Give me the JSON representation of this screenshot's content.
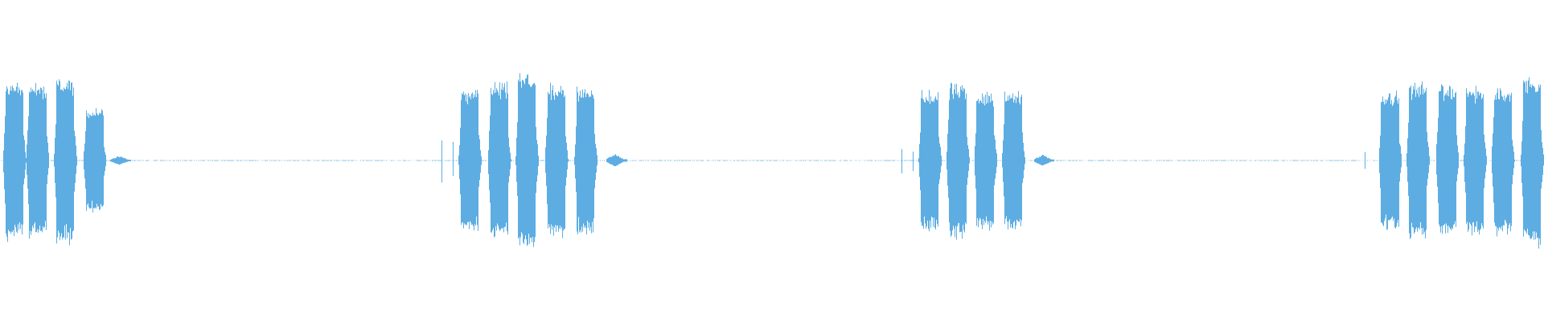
{
  "waveform": {
    "color": "#5dade2",
    "background": "#ffffff",
    "bursts": [
      {
        "group": 1,
        "center": 0.009,
        "peak": 0.93
      },
      {
        "group": 1,
        "center": 0.024,
        "peak": 0.88
      },
      {
        "group": 1,
        "center": 0.042,
        "peak": 0.95
      },
      {
        "group": 1,
        "center": 0.061,
        "peak": 0.6
      },
      {
        "group": 2,
        "center": 0.304,
        "peak": 0.83
      },
      {
        "group": 2,
        "center": 0.323,
        "peak": 0.9
      },
      {
        "group": 2,
        "center": 0.341,
        "peak": 1.0
      },
      {
        "group": 2,
        "center": 0.36,
        "peak": 0.9
      },
      {
        "group": 2,
        "center": 0.379,
        "peak": 0.85
      },
      {
        "group": 3,
        "center": 0.602,
        "peak": 0.8
      },
      {
        "group": 3,
        "center": 0.62,
        "peak": 0.9
      },
      {
        "group": 3,
        "center": 0.638,
        "peak": 0.8
      },
      {
        "group": 3,
        "center": 0.656,
        "peak": 0.82
      },
      {
        "group": 4,
        "center": 0.9,
        "peak": 0.8
      },
      {
        "group": 4,
        "center": 0.918,
        "peak": 0.9
      },
      {
        "group": 4,
        "center": 0.937,
        "peak": 0.86
      },
      {
        "group": 4,
        "center": 0.955,
        "peak": 0.85
      },
      {
        "group": 4,
        "center": 0.973,
        "peak": 0.86
      },
      {
        "group": 4,
        "center": 0.992,
        "peak": 0.98
      }
    ],
    "tails": [
      {
        "center": 0.077,
        "peak": 0.05
      },
      {
        "center": 0.398,
        "peak": 0.07
      },
      {
        "center": 0.675,
        "peak": 0.06
      }
    ],
    "clicks": [
      {
        "center": 0.286,
        "peak": 0.25
      },
      {
        "center": 0.293,
        "peak": 0.2
      },
      {
        "center": 0.584,
        "peak": 0.15
      },
      {
        "center": 0.591,
        "peak": 0.12
      },
      {
        "center": 0.884,
        "peak": 0.1
      }
    ],
    "silence_level": 0.008
  }
}
